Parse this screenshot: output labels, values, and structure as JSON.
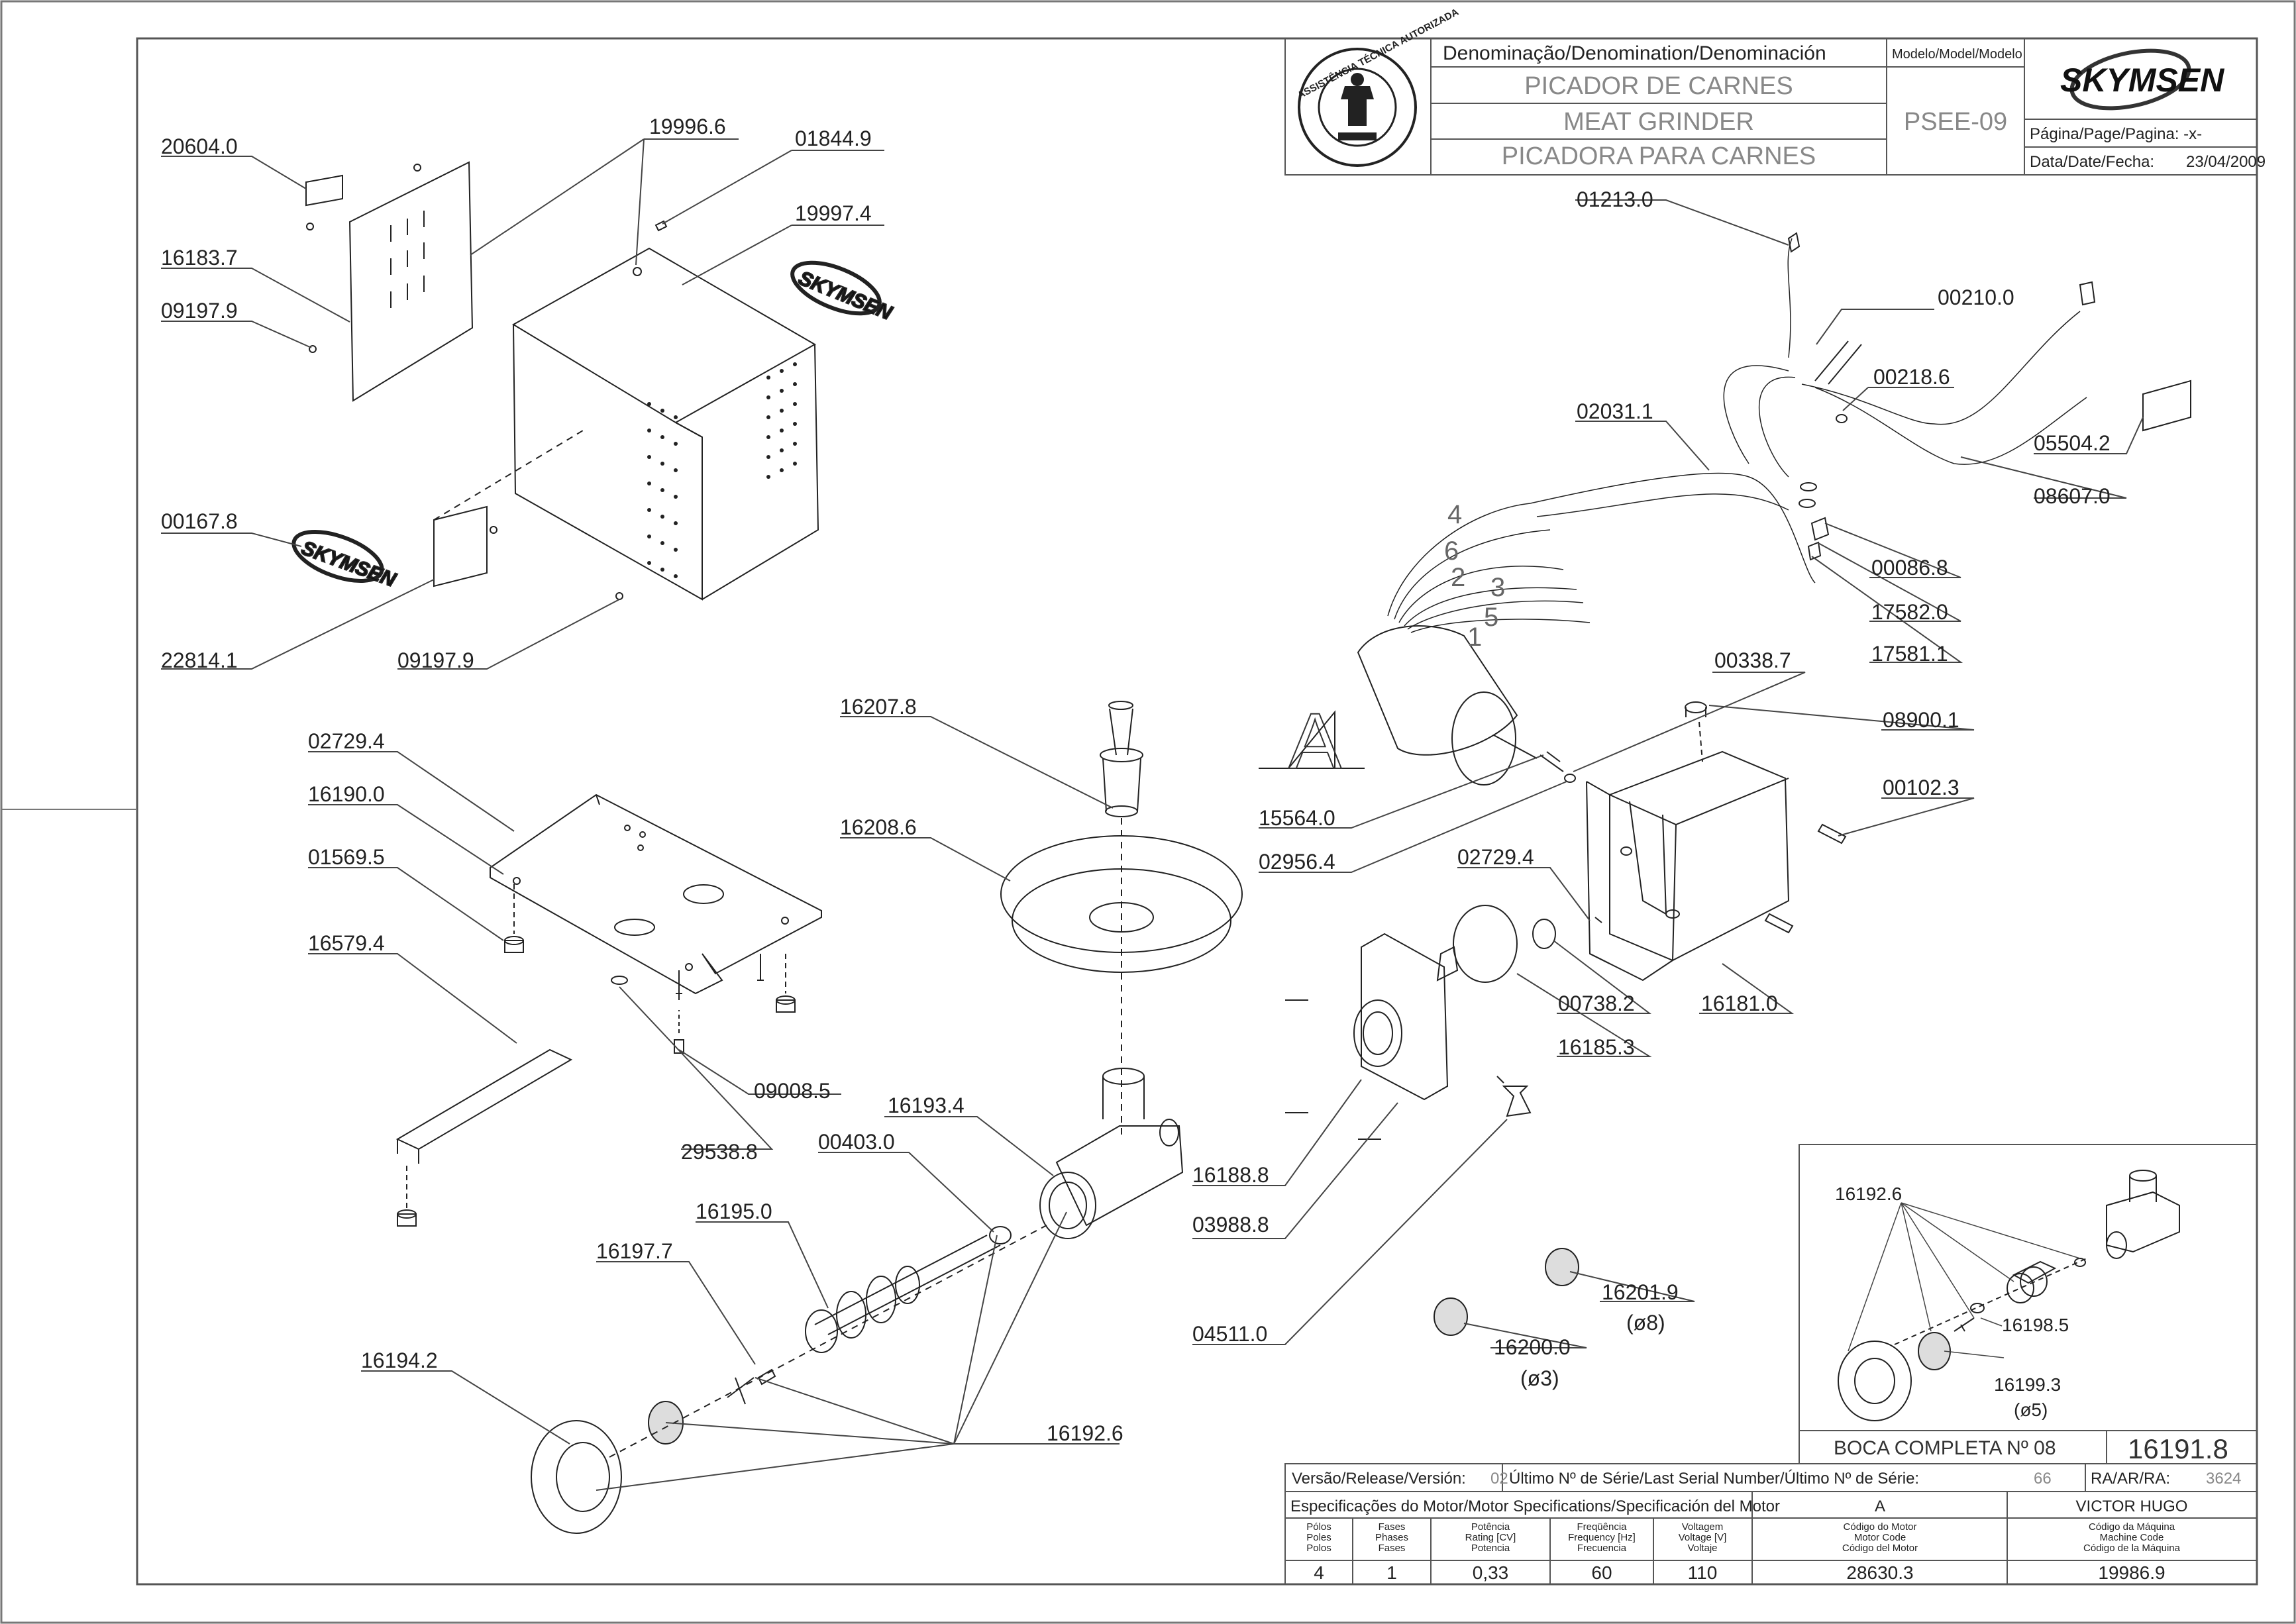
{
  "title_block": {
    "denomination_label": "Denominação/Denomination/Denominación",
    "model_label": "Modelo/Model/Modelo",
    "name_pt": "PICADOR DE CARNES",
    "name_en": "MEAT GRINDER",
    "name_es": "PICADORA PARA CARNES",
    "model": "PSEE-09",
    "page_label": "Página/Page/Pagina: -x-",
    "date_label": "Data/Date/Fecha:",
    "date": "23/04/2009",
    "brand": "SKYMSEN",
    "seal_text": "ASSISTÊNCIA TÉCNICA AUTORIZADA"
  },
  "bottom_block": {
    "version_label": "Versão/Release/Versión:",
    "version": "02",
    "serial_label": "Último Nº de Série/Last Serial Number/Último Nº de Série:",
    "serial": "66",
    "ra_label": "RA/AR/RA:",
    "ra": "3624",
    "motor_spec_label": "Especificações do Motor/Motor Specifications/Specificación del Motor",
    "revision": "A",
    "author": "VICTOR HUGO",
    "columns": [
      {
        "label": "Pólos\nPoles\nPolos",
        "value": "4"
      },
      {
        "label": "Fases\nPhases\nFases",
        "value": "1"
      },
      {
        "label": "Potência\nRating [CV]\nPotencia",
        "value": "0,33"
      },
      {
        "label": "Freqüência\nFrequency [Hz]\nFrecuencia",
        "value": "60"
      },
      {
        "label": "Voltagem\nVoltage [V]\nVoltaje",
        "value": "110"
      },
      {
        "label": "Código do Motor\nMotor Code\nCódigo del Motor",
        "value": "28630.3"
      },
      {
        "label": "Código da Máquina\nMachine Code\nCódigo de la Máquina",
        "value": "19986.9"
      }
    ]
  },
  "inset": {
    "title": "BOCA COMPLETA Nº 08",
    "code": "16191.8",
    "labels": [
      "16192.6",
      "16198.5",
      "16199.3",
      "(ø5)"
    ]
  },
  "view_letter": "A",
  "wire_numbers": [
    "4",
    "6",
    "2",
    "3",
    "5",
    "1"
  ],
  "parts": {
    "p20604_0": "20604.0",
    "p19996_6": "19996.6",
    "p01844_9": "01844.9",
    "p19997_4": "19997.4",
    "p16183_7": "16183.7",
    "p09197_9a": "09197.9",
    "p00167_8": "00167.8",
    "p22814_1": "22814.1",
    "p09197_9b": "09197.9",
    "p02729_4a": "02729.4",
    "p16190_0": "16190.0",
    "p01569_5": "01569.5",
    "p16579_4": "16579.4",
    "p09008_5": "09008.5",
    "p29538_8": "29538.8",
    "p16207_8": "16207.8",
    "p16208_6": "16208.6",
    "p16193_4": "16193.4",
    "p00403_0": "00403.0",
    "p16195_0": "16195.0",
    "p16197_7": "16197.7",
    "p16194_2": "16194.2",
    "p16192_6": "16192.6",
    "p01213_0": "01213.0",
    "p00210_0": "00210.0",
    "p00218_6": "00218.6",
    "p02031_1": "02031.1",
    "p05504_2": "05504.2",
    "p08607_0": "08607.0",
    "p00086_8": "00086.8",
    "p17582_0": "17582.0",
    "p17581_1": "17581.1",
    "p00338_7": "00338.7",
    "p08900_1": "08900.1",
    "p15564_0": "15564.0",
    "p02956_4": "02956.4",
    "p02729_4b": "02729.4",
    "p00102_3": "00102.3",
    "p00738_2": "00738.2",
    "p16181_0": "16181.0",
    "p16185_3": "16185.3",
    "p16188_8": "16188.8",
    "p03988_8": "03988.8",
    "p04511_0": "04511.0",
    "p16201_9": "16201.9",
    "p16201_9_d": "(ø8)",
    "p16200_0": "16200.0",
    "p16200_0_d": "(ø3)"
  }
}
